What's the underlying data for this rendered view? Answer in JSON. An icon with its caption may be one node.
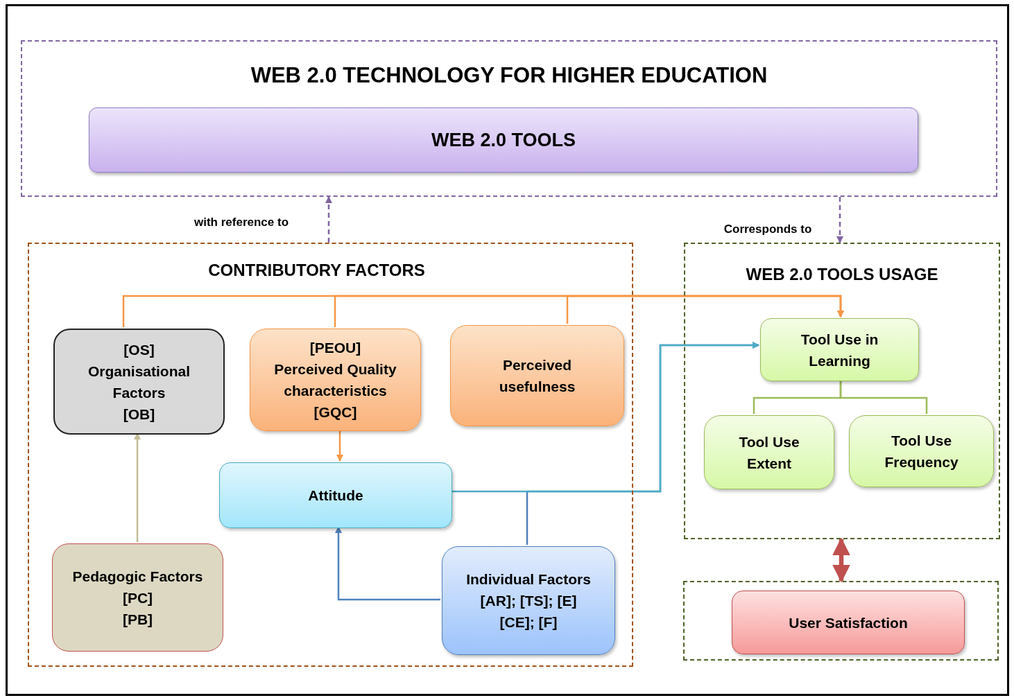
{
  "diagram": {
    "nodes": [
      {
        "text": [
          "WEB 2.0 TECHNOLOGY FOR HIGHER EDUCATION"
        ]
      },
      {
        "text": [
          "WEB 2.0 TOOLS"
        ],
        "in": 0
      },
      {
        "text": [
          "CONTRIBUTORY FACTORS"
        ]
      },
      {
        "text": [
          "[OS]",
          "Organisational Factors",
          "[OB]"
        ],
        "in": 2
      },
      {
        "text": [
          "[PEOU]",
          "Perceived Quality characteristics",
          "[GQC]"
        ],
        "in": 2
      },
      {
        "text": [
          "Perceived usefulness"
        ],
        "in": 2
      },
      {
        "text": [
          "Attitude"
        ],
        "in": 2
      },
      {
        "text": [
          "Pedagogic Factors",
          "[PC]",
          "[PB]"
        ],
        "in": 2
      },
      {
        "text": [
          "Individual Factors",
          "[AR]; [TS]; [E]",
          "[CE]; [F]"
        ],
        "in": 2
      },
      {
        "text": [
          "WEB 2.0 TOOLS USAGE"
        ]
      },
      {
        "text": [
          "Tool Use in Learning"
        ],
        "in": 9
      },
      {
        "text": [
          "Tool Use Extent"
        ],
        "in": 9
      },
      {
        "text": [
          "Tool Use Frequency"
        ],
        "in": 9
      },
      {
        "text": [],
        "shape": "box"
      },
      {
        "text": [
          "User Satisfaction"
        ],
        "in": 13
      }
    ],
    "edges": [
      {
        "from": 2,
        "to": 0,
        "arrow": "to",
        "label": "with reference to",
        "style": "dashed",
        "color": "#8064a2"
      },
      {
        "from": 0,
        "to": 9,
        "arrow": "to",
        "label": "Corresponds to",
        "style": "dashed",
        "color": "#8064a2"
      },
      {
        "from": 3,
        "to": 10,
        "arrow": "to"
      },
      {
        "from": 4,
        "to": 10,
        "arrow": "to"
      },
      {
        "from": 5,
        "to": 10,
        "arrow": "to"
      },
      {
        "from": 4,
        "to": 6,
        "arrow": "to"
      },
      {
        "from": 7,
        "to": 3,
        "arrow": "to",
        "color": "#c4bd97"
      },
      {
        "from": 8,
        "to": 6,
        "arrow": "to",
        "color": "#4f81bd"
      },
      {
        "from": 8,
        "to": 10,
        "arrow": "to",
        "color": "#4f81bd"
      },
      {
        "from": 6,
        "to": 10,
        "arrow": "to",
        "color": "#4bacc6"
      },
      {
        "from": 10,
        "to": 11,
        "arrow": "none",
        "color": "#9bbb59"
      },
      {
        "from": 10,
        "to": 12,
        "arrow": "none",
        "color": "#9bbb59"
      },
      {
        "from": 9,
        "to": 13,
        "arrow": "both",
        "style": "thick",
        "color": "#c0504d"
      }
    ]
  }
}
